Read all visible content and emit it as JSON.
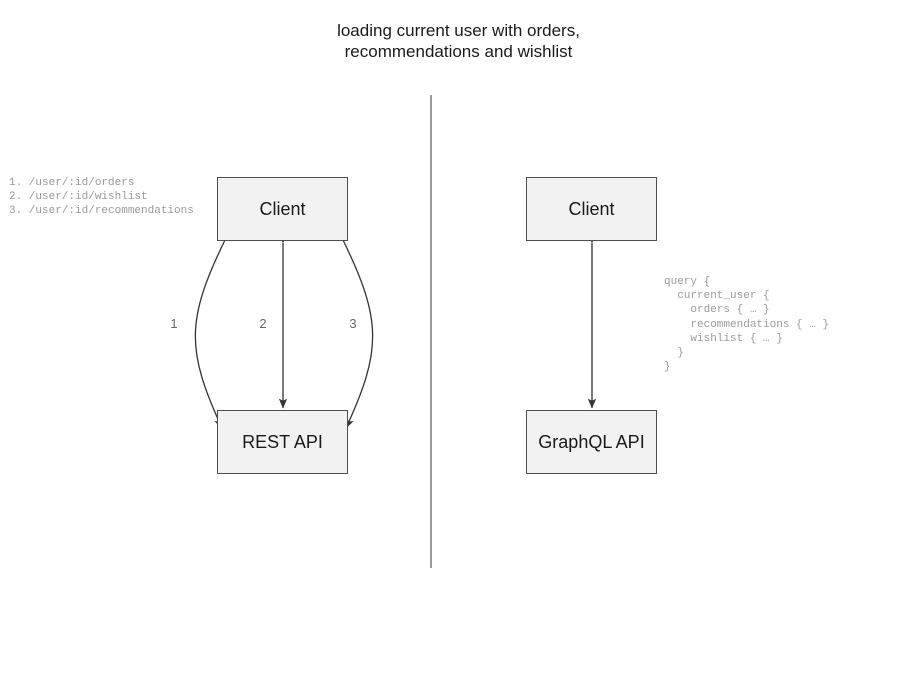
{
  "title": "loading current user with orders,\nrecommendations and wishlist",
  "divider": {
    "name": "vertical-divider",
    "color": "#808080"
  },
  "rest_side": {
    "client_label": "Client",
    "api_label": "REST API",
    "endpoints": "1. /user/:id/orders\n2. /user/:id/wishlist\n3. /user/:id/recommendations",
    "edges": [
      {
        "label": "1",
        "shape": "curve-left",
        "arrows": "both"
      },
      {
        "label": "2",
        "shape": "straight",
        "arrows": "both"
      },
      {
        "label": "3",
        "shape": "curve-right",
        "arrows": "both"
      }
    ]
  },
  "graphql_side": {
    "client_label": "Client",
    "api_label": "GraphQL API",
    "query": "query {\n  current_user {\n    orders { … }\n    recommendations { … }\n    wishlist { … }\n  }\n}",
    "edges": [
      {
        "label": "",
        "shape": "straight",
        "arrows": "both"
      }
    ]
  },
  "colors": {
    "box_fill": "#f2f2f2",
    "box_border": "#4d4d4d",
    "text": "#1a1a1a",
    "code_text": "#9a9a9a",
    "edge": "#333333",
    "background": "#ffffff"
  }
}
